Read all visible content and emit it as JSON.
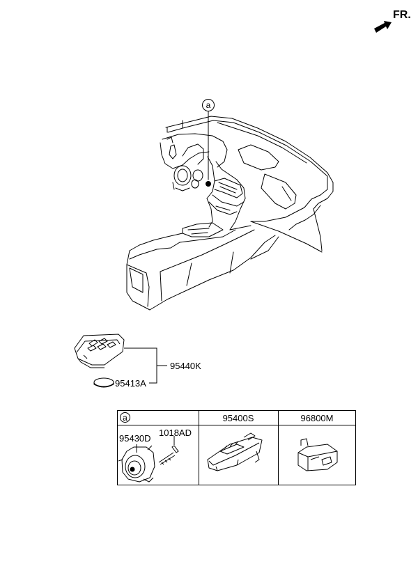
{
  "direction": {
    "label": "FR.",
    "icon": "arrow-front-icon"
  },
  "callout": {
    "letter": "a"
  },
  "parts": {
    "key_fob": "95440K",
    "battery": "95413A",
    "start_button": "95430D",
    "screw": "1018AD",
    "switch": "95400S",
    "module": "96800M"
  },
  "table": {
    "callout_letter": "a",
    "columns": [
      "95400S",
      "96800M"
    ]
  }
}
